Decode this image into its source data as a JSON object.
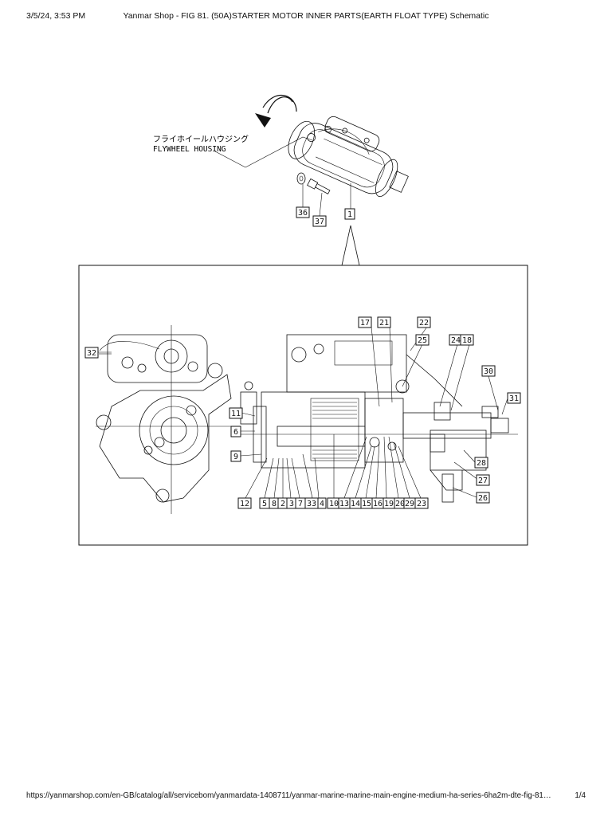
{
  "header": {
    "date": "3/5/24, 3:53 PM",
    "title": "Yanmar Shop - FIG 81. (50A)STARTER MOTOR INNER PARTS(EARTH FLOAT TYPE) Schematic"
  },
  "footer": {
    "url": "https://yanmarshop.com/en-GB/catalog/all/servicebom/yanmardata-1408711/yanmar-marine-marine-main-engine-medium-ha-series-6ha2m-dte-fig-81…",
    "page": "1/4"
  },
  "diagram": {
    "label_jp": "フライホイールハウジング",
    "label_en": "FLYWHEEL HOUSING",
    "callouts_top": [
      "36",
      "37",
      "1"
    ],
    "callouts_detail": [
      "32",
      "17",
      "21",
      "22",
      "25",
      "24",
      "18",
      "30",
      "31",
      "11",
      "6",
      "9",
      "28",
      "27",
      "26",
      "12",
      "5",
      "8",
      "2",
      "3",
      "7",
      "33",
      "4",
      "10",
      "13",
      "14",
      "15",
      "16",
      "19",
      "20",
      "29",
      "23"
    ]
  }
}
